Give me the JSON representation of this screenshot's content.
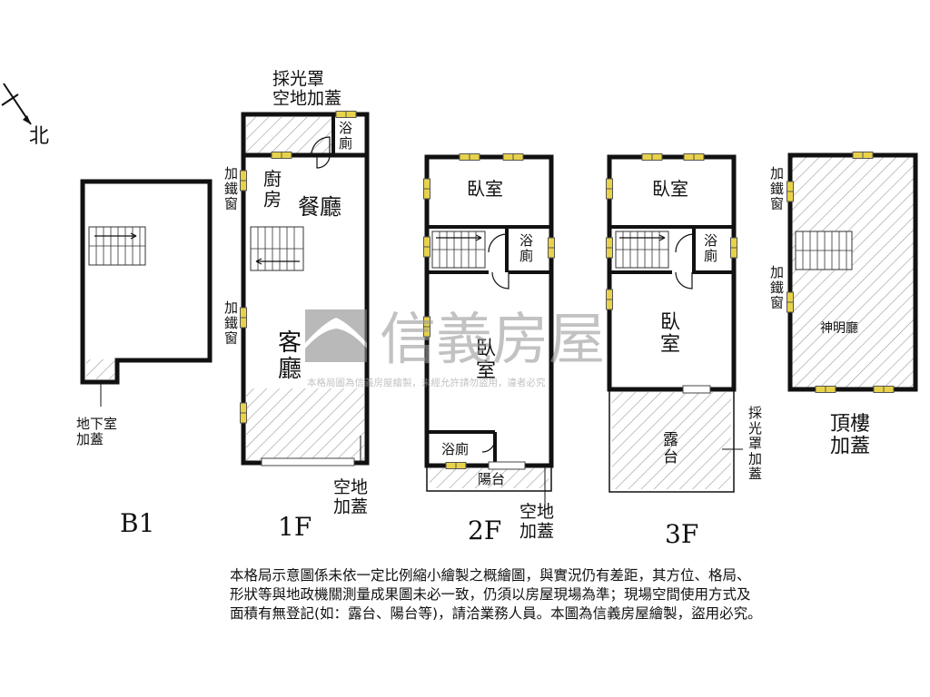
{
  "compass": {
    "label": "北"
  },
  "floors": {
    "b1": {
      "name": "B1",
      "basement_ext": "地下室\n加蓋"
    },
    "f1": {
      "name": "1F",
      "skylight_ext": "採光罩\n空地加蓋",
      "bath": "浴\n廁",
      "window_iron_1": "加\n鐵\n窗",
      "window_iron_2": "加\n鐵\n窗",
      "kitchen": "廚\n房",
      "dining": "餐廳",
      "living": "客\n廳",
      "yard_ext": "空地\n加蓋"
    },
    "f2": {
      "name": "2F",
      "bedroom_top": "臥室",
      "bath_mid": "浴\n廁",
      "bedroom_mid": "臥\n室",
      "bath_bottom": "浴廁",
      "balcony": "陽台",
      "yard_ext": "空地\n加蓋"
    },
    "f3": {
      "name": "3F",
      "bedroom_top": "臥室",
      "bath": "浴\n廁",
      "bedroom_mid": "臥\n室",
      "terrace": "露\n台",
      "skylight_ext": "採\n光\n罩\n加\n蓋"
    },
    "roof": {
      "name": "頂樓\n加蓋",
      "window_iron_1": "加\n鐵\n窗",
      "window_iron_2": "加\n鐵\n窗",
      "shrine": "神明廳"
    }
  },
  "watermark": {
    "brand": "信義房屋",
    "notice": "本格局圖為信義房屋繪製，未經允許請勿盜用，違者必究"
  },
  "footnote": "本格局示意圖係未依一定比例縮小繪製之概繪圖，與實況仍有差距，其方位、格局、\n形狀等與地政機關測量成果圖未必一致，仍須以房屋現場為準；現場空間使用方式及\n面積有無登記(如：露台、陽台等)，請洽業務人員。本圖為信義房屋繪製，盜用必究。",
  "colors": {
    "wall": "#111111",
    "window": "#e8d24a",
    "hatch": "#9a9a9a",
    "brand": "#7d7d7d"
  }
}
